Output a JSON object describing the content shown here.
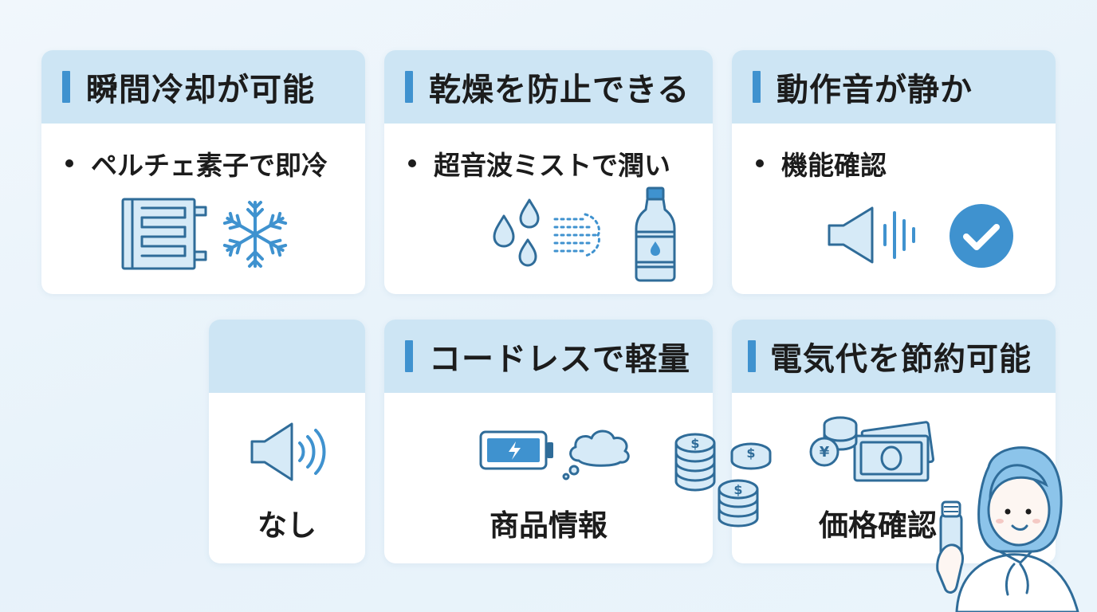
{
  "cards": {
    "instant_cooling": {
      "title": "瞬間冷却が可能",
      "bullet": "ペルチェ素子で即冷"
    },
    "prevent_dryness": {
      "title": "乾燥を防止できる",
      "bullet": "超音波ミストで潤い"
    },
    "quiet_operation": {
      "title": "動作音が静か",
      "bullet": "機能確認"
    },
    "sound_none": {
      "title": "",
      "label": "なし"
    },
    "cordless_light": {
      "title": "コードレスで軽量",
      "label": "商品情報"
    },
    "save_electricity": {
      "title": "電気代を節約可能",
      "label": "価格確認"
    }
  },
  "icons": {
    "card1": [
      "peltier-module-icon",
      "snowflake-icon"
    ],
    "card2": [
      "water-drops-icon",
      "mist-spray-icon",
      "water-bottle-icon"
    ],
    "card3": [
      "speaker-icon",
      "sound-wave-icon",
      "check-circle-icon"
    ],
    "card4": [
      "speaker-sound-icon"
    ],
    "card5": [
      "battery-charging-icon",
      "thought-cloud-icon"
    ],
    "card6": [
      "dollar-coin-stacks-icon",
      "yen-coins-banknotes-icon"
    ],
    "person": "woman-holding-handheld-fan-illustration"
  },
  "colors": {
    "accent": "#3f92cf",
    "header_bg": "#cde5f4",
    "card_bg": "#ffffff",
    "text": "#1c1c1c",
    "line_art": "#2f6c99"
  }
}
